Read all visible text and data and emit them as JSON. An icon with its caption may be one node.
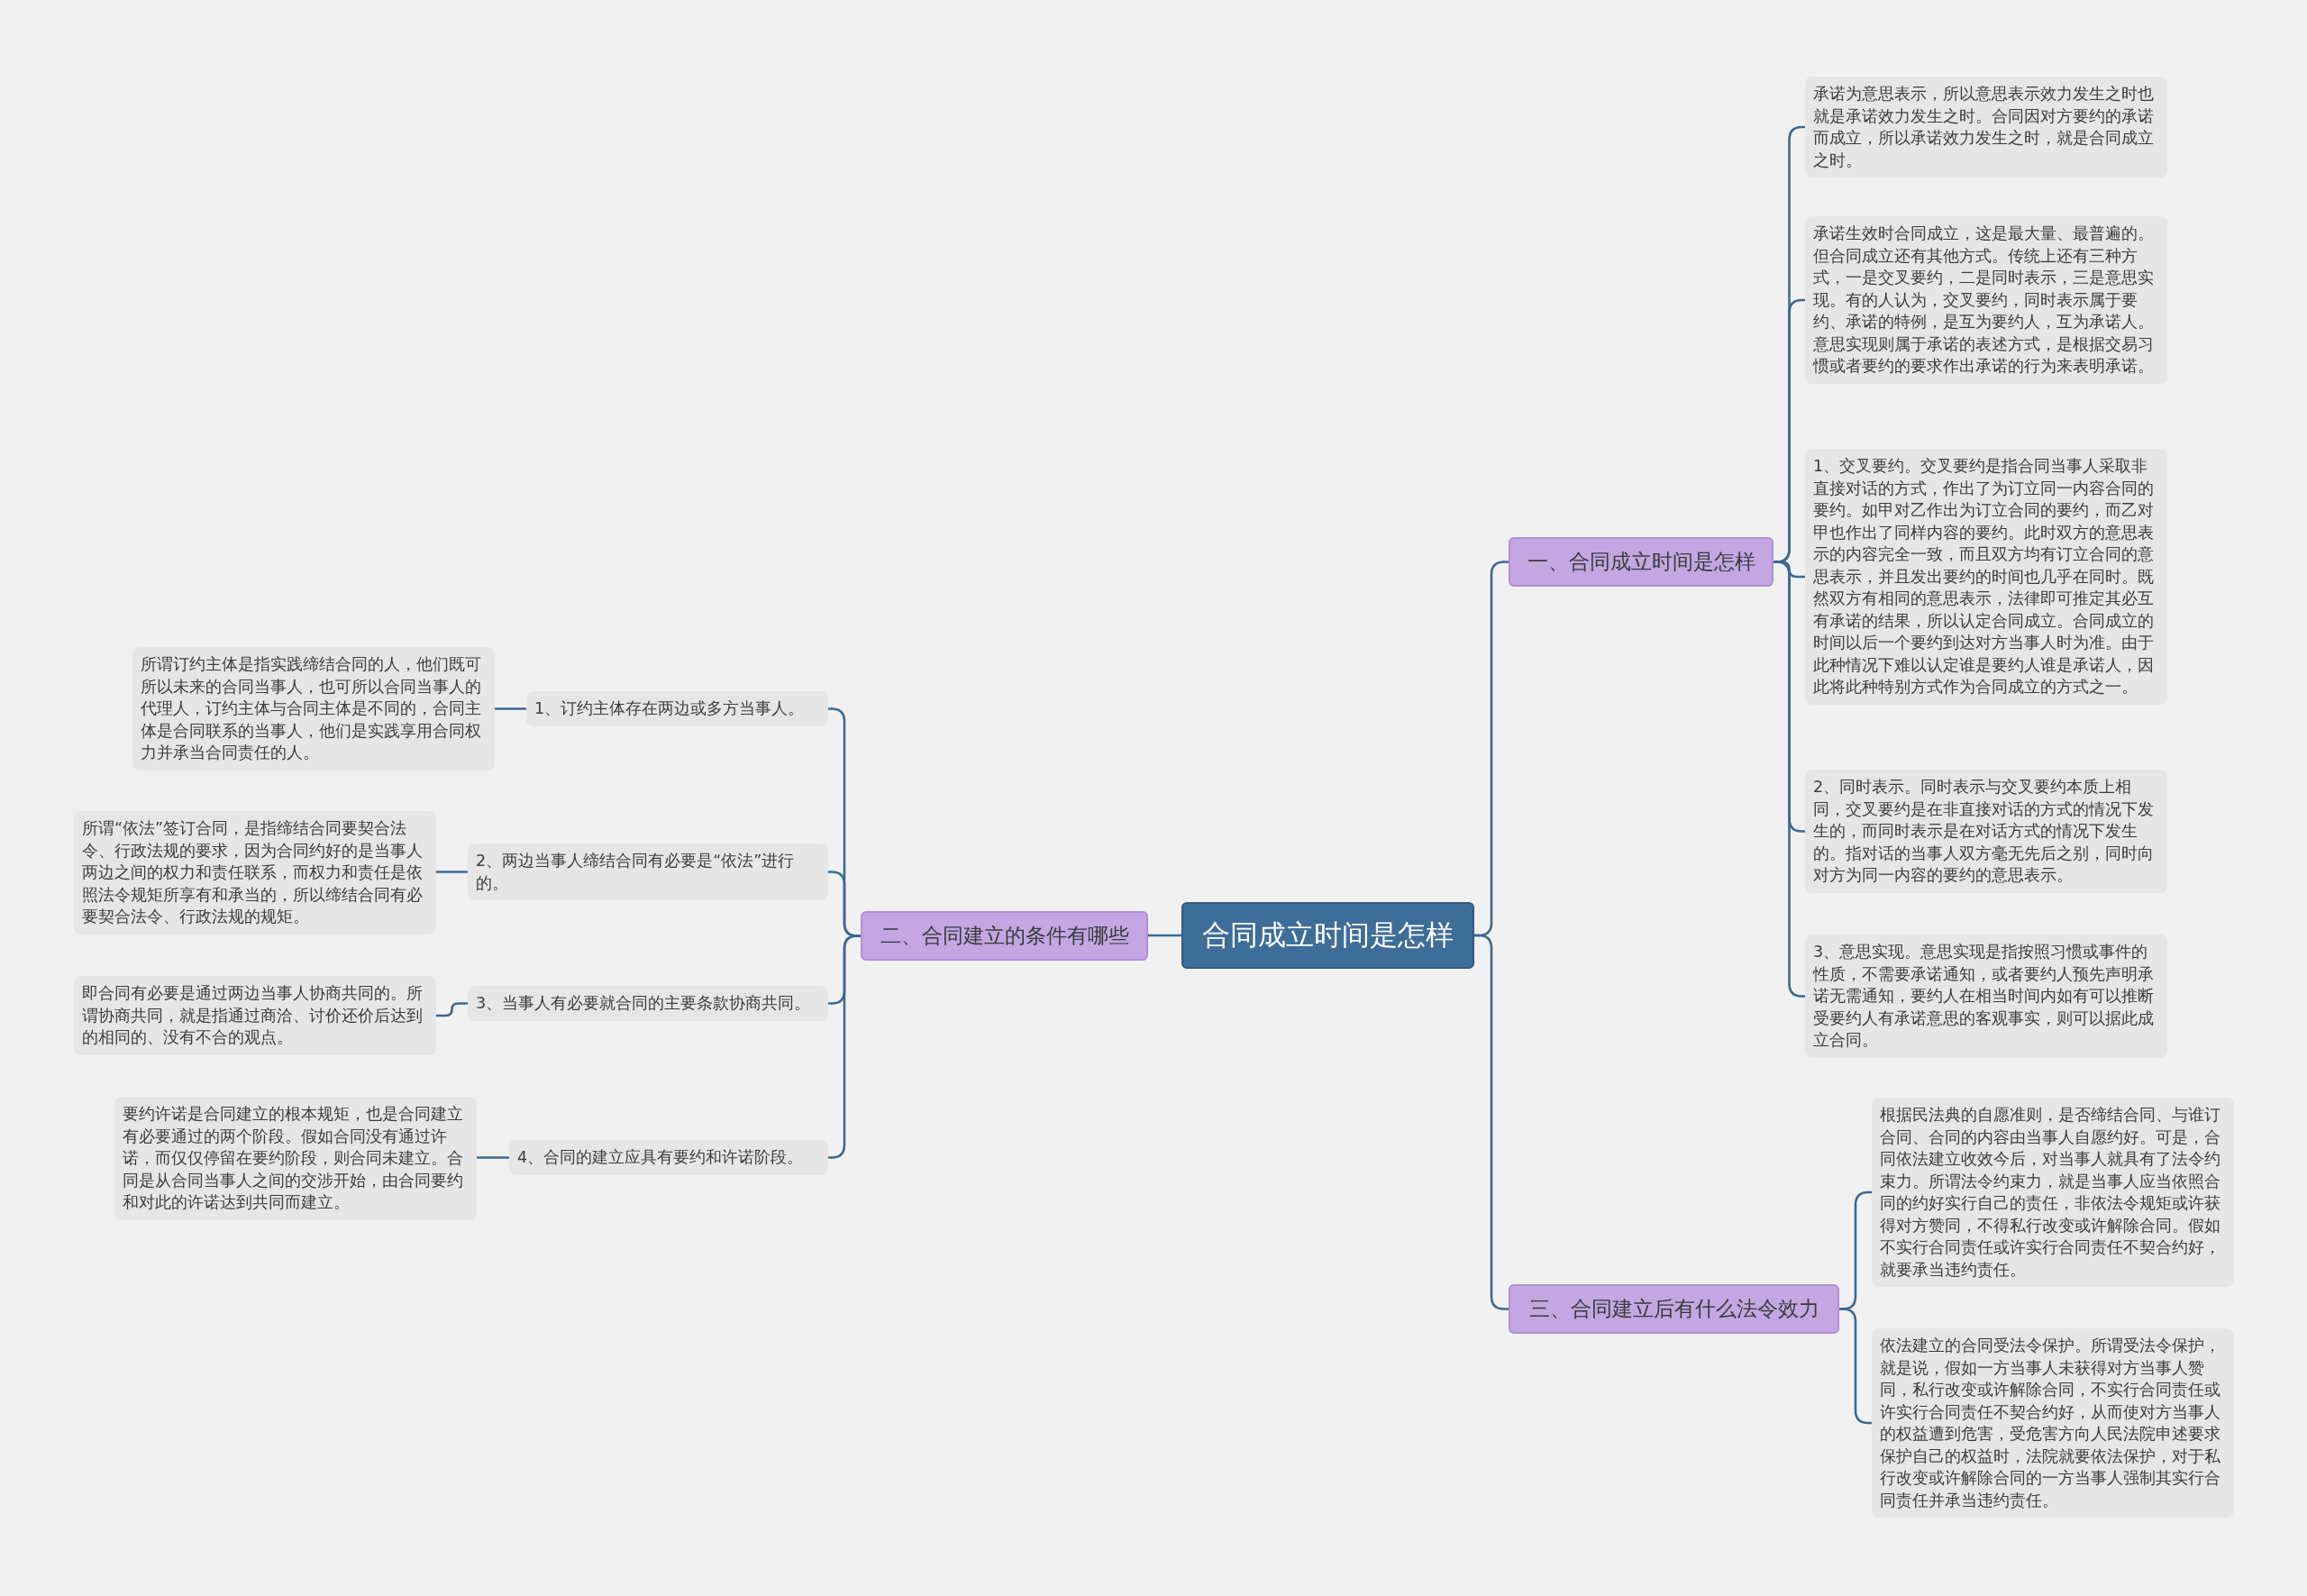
{
  "diagram": {
    "nodes": [
      {
        "text": [
          "合同成立时间是怎样"
        ]
      },
      {
        "text": [
          "一、合同成立时间是怎样"
        ]
      },
      {
        "text": [
          "承诺为意思表示，所以意思表示效力发生之时也就是承诺效力发生之时。合同因对方要约的承诺而成立，所以承诺效力发生之时，就是合同成立之时。"
        ]
      },
      {
        "text": [
          "承诺生效时合同成立，这是最大量、最普遍的。但合同成立还有其他方式。传统上还有三种方式，一是交叉要约，二是同时表示，三是意思实现。有的人认为，交叉要约，同时表示属于要约、承诺的特例，是互为要约人，互为承诺人。意思实现则属于承诺的表述方式，是根据交易习惯或者要约的要求作出承诺的行为来表明承诺。"
        ]
      },
      {
        "text": [
          "1、交叉要约。交叉要约是指合同当事人采取非直接对话的方式，作出了为订立同一内容合同的要约。如甲对乙作出为订立合同的要约，而乙对甲也作出了同样内容的要约。此时双方的意思表示的内容完全一致，而且双方均有订立合同的意思表示，并且发出要约的时间也几乎在同时。既然双方有相同的意思表示，法律即可推定其必互有承诺的结果，所以认定合同成立。合同成立的时间以后一个要约到达对方当事人时为准。由于此种情况下难以认定谁是要约人谁是承诺人，因此将此种特别方式作为合同成立的方式之一。"
        ]
      },
      {
        "text": [
          "2、同时表示。同时表示与交叉要约本质上相同，交叉要约是在非直接对话的方式的情况下发生的，而同时表示是在对话方式的情况下发生的。指对话的当事人双方毫无先后之别，同时向对方为同一内容的要约的意思表示。"
        ]
      },
      {
        "text": [
          "3、意思实现。意思实现是指按照习惯或事件的性质，不需要承诺通知，或者要约人预先声明承诺无需通知，要约人在相当时间内如有可以推断受要约人有承诺意思的客观事实，则可以据此成立合同。"
        ]
      },
      {
        "text": [
          "三、合同建立后有什么法令效力"
        ]
      },
      {
        "text": [
          "根据民法典的自愿准则，是否缔结合同、与谁订合同、合同的内容由当事人自愿约好。可是，合同依法建立收效今后，对当事人就具有了法令约束力。所谓法令约束力，就是当事人应当依照合同的约好实行自己的责任，非依法令规矩或许获得对方赞同，不得私行改变或许解除合同。假如不实行合同责任或许实行合同责任不契合约好，就要承当违约责任。"
        ]
      },
      {
        "text": [
          "依法建立的合同受法令保护。所谓受法令保护，就是说，假如一方当事人未获得对方当事人赞同，私行改变或许解除合同，不实行合同责任或许实行合同责任不契合约好，从而使对方当事人的权益遭到危害，受危害方向人民法院申述要求保护自己的权益时，法院就要依法保护，对于私行改变或许解除合同的一方当事人强制其实行合同责任并承当违约责任。"
        ]
      },
      {
        "text": [
          "二、合同建立的条件有哪些"
        ]
      },
      {
        "text": [
          "1、订约主体存在两边或多方当事人。"
        ]
      },
      {
        "text": [
          "所谓订约主体是指实践缔结合同的人，他们既可所以未来的合同当事人，也可所以合同当事人的代理人，订约主体与合同主体是不同的，合同主体是合同联系的当事人，他们是实践享用合同权力并承当合同责任的人。"
        ]
      },
      {
        "text": [
          "2、两边当事人缔结合同有必要是“依法”进行的。"
        ]
      },
      {
        "text": [
          "所谓“依法”签订合同，是指缔结合同要契合法令、行政法规的要求，因为合同约好的是当事人两边之间的权力和责任联系，而权力和责任是依照法令规矩所享有和承当的，所以缔结合同有必要契合法令、行政法规的规矩。"
        ]
      },
      {
        "text": [
          "3、当事人有必要就合同的主要条款协商共同。"
        ]
      },
      {
        "text": [
          "即合同有必要是通过两边当事人协商共同的。所谓协商共同，就是指通过商洽、讨价还价后达到的相同的、没有不合的观点。"
        ]
      },
      {
        "text": [
          "4、合同的建立应具有要约和许诺阶段。"
        ]
      },
      {
        "text": [
          "要约许诺是合同建立的根本规矩，也是合同建立有必要通过的两个阶段。假如合同没有通过许诺，而仅仅停留在要约阶段，则合同未建立。合同是从合同当事人之间的交涉开始，由合同要约和对此的许诺达到共同而建立。"
        ]
      }
    ],
    "edges": [
      {
        "from": 0,
        "to": 1,
        "arrow": "none"
      },
      {
        "from": 1,
        "to": 2,
        "arrow": "none"
      },
      {
        "from": 1,
        "to": 3,
        "arrow": "none"
      },
      {
        "from": 1,
        "to": 4,
        "arrow": "none"
      },
      {
        "from": 1,
        "to": 5,
        "arrow": "none"
      },
      {
        "from": 1,
        "to": 6,
        "arrow": "none"
      },
      {
        "from": 0,
        "to": 7,
        "arrow": "none"
      },
      {
        "from": 7,
        "to": 8,
        "arrow": "none"
      },
      {
        "from": 7,
        "to": 9,
        "arrow": "none"
      },
      {
        "from": 0,
        "to": 10,
        "arrow": "none"
      },
      {
        "from": 10,
        "to": 11,
        "arrow": "none"
      },
      {
        "from": 11,
        "to": 12,
        "arrow": "none"
      },
      {
        "from": 10,
        "to": 13,
        "arrow": "none"
      },
      {
        "from": 13,
        "to": 14,
        "arrow": "none"
      },
      {
        "from": 10,
        "to": 15,
        "arrow": "none"
      },
      {
        "from": 15,
        "to": 16,
        "arrow": "none"
      },
      {
        "from": 10,
        "to": 17,
        "arrow": "none"
      },
      {
        "from": 17,
        "to": 18,
        "arrow": "none"
      }
    ]
  }
}
